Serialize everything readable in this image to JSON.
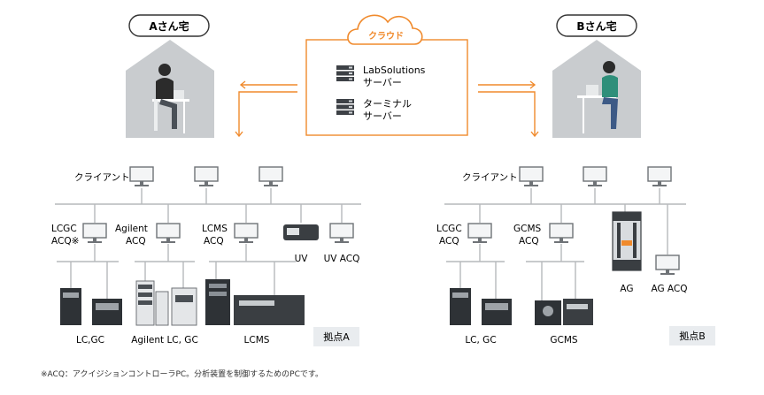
{
  "homes": {
    "a": {
      "title": "Aさん宅"
    },
    "b": {
      "title": "Bさん宅"
    }
  },
  "cloud": {
    "label": "クラウド",
    "servers": [
      {
        "line1": "LabSolutions",
        "line2": "サーバー"
      },
      {
        "line1": "ターミナル",
        "line2": "サーバー"
      }
    ]
  },
  "colors": {
    "accent": "#f08a2c",
    "house": "#c9cccf",
    "network": "#b6b9bc",
    "badge": "#e9ecef",
    "ink": "#222222"
  },
  "site_a": {
    "client_label": "クライアント",
    "acq": [
      {
        "line1": "LCGC",
        "line2": "ACQ※"
      },
      {
        "line1": "Agilent",
        "line2": "ACQ"
      },
      {
        "line1": "LCMS",
        "line2": "ACQ"
      }
    ],
    "uv_label": "UV",
    "uv_acq_label": "UV ACQ",
    "instruments": [
      "LC,GC",
      "Agilent LC, GC",
      "LCMS"
    ],
    "badge": "拠点A"
  },
  "site_b": {
    "client_label": "クライアント",
    "acq": [
      {
        "line1": "LCGC",
        "line2": "ACQ"
      },
      {
        "line1": "GCMS",
        "line2": "ACQ"
      }
    ],
    "ag_label": "AG",
    "ag_acq_label": "AG ACQ",
    "instruments": [
      "LC, GC",
      "GCMS"
    ],
    "badge": "拠点B"
  },
  "footnote": "※ACQ：アクイジションコントローラPC。分析装置を制御するためのPCです。"
}
